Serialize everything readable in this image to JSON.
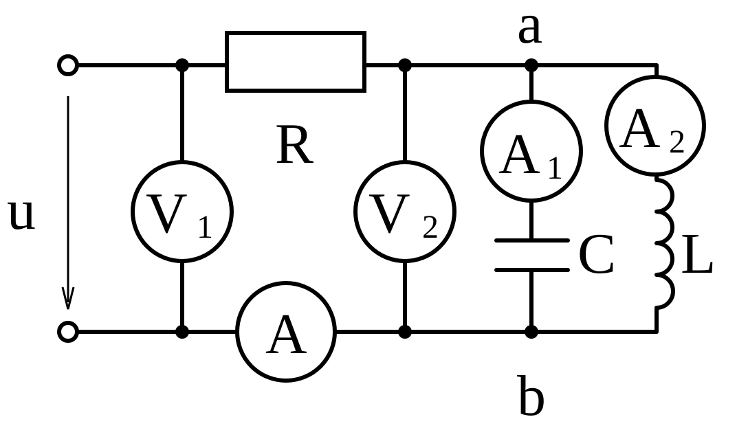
{
  "labels": {
    "voltage": "u",
    "resistor": "R",
    "capacitor": "C",
    "inductor": "L",
    "node_a": "a",
    "node_b": "b"
  },
  "meters": {
    "v1": {
      "letter": "V",
      "index": "1"
    },
    "v2": {
      "letter": "V",
      "index": "2"
    },
    "a": {
      "letter": "A",
      "index": ""
    },
    "a1": {
      "letter": "A",
      "index": "1"
    },
    "a2": {
      "letter": "A",
      "index": "2"
    }
  }
}
